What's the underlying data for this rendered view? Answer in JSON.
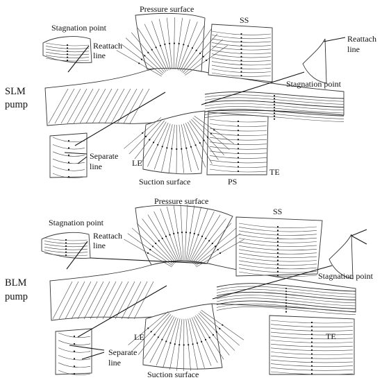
{
  "panels": [
    {
      "id": "slm",
      "pump_label_line1": "SLM",
      "pump_label_line2": "pump",
      "stagnation_point_left": "Stagnation point",
      "reattach_left_line1": "Reattach",
      "reattach_left_line2": "line",
      "pressure_surface": "Pressure surface",
      "ss": "SS",
      "reattach_right_line1": "Reattach",
      "reattach_right_line2": "line",
      "stagnation_point_right": "Stagnation point",
      "separate_line1": "Separate",
      "separate_line2": "line",
      "le": "LE",
      "suction_surface": "Suction surface",
      "ps": "PS",
      "te": "TE"
    },
    {
      "id": "blm",
      "pump_label_line1": "BLM",
      "pump_label_line2": "pump",
      "stagnation_point_left": "Stagnation point",
      "reattach_left_line1": "Reattach",
      "reattach_left_line2": "line",
      "pressure_surface": "Pressure surface",
      "ss": "SS",
      "stagnation_point_right": "Stagnation point",
      "separate_line1": "Separate",
      "separate_line2": "line",
      "le": "LE",
      "suction_surface": "Suction surface",
      "te": "TE"
    }
  ]
}
